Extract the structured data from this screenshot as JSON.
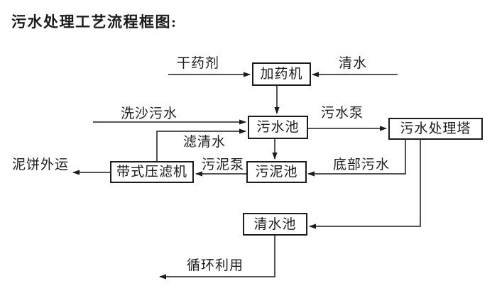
{
  "title": "污水处理工艺流程框图:",
  "colors": {
    "line": "#1c1c1c",
    "text": "#1c1c1c",
    "background": "#ffffff"
  },
  "diagram": {
    "type": "flowchart",
    "nodes": {
      "dosing_machine": "加药机",
      "sewage_pool": "污水池",
      "treatment_tower": "污水处理塔",
      "sludge_pool": "污泥池",
      "belt_filter_press": "带式压滤机",
      "clean_water_pool": "清水池"
    },
    "edges": [
      {
        "id": "dry-chemical-in",
        "label": "干药剂",
        "from": "external",
        "to": "dosing_machine"
      },
      {
        "id": "clean-water-in",
        "label": "清水",
        "from": "external",
        "to": "dosing_machine"
      },
      {
        "id": "dosing-to-sewage-pool",
        "label": "",
        "from": "dosing_machine",
        "to": "sewage_pool"
      },
      {
        "id": "sand-washing-sewage-in",
        "label": "洗沙污水",
        "from": "external",
        "to": "sewage_pool"
      },
      {
        "id": "filtered-water-return",
        "label": "滤清水",
        "from": "belt_filter_press",
        "to": "sewage_pool"
      },
      {
        "id": "sewage-pump",
        "label": "污水泵",
        "from": "sewage_pool",
        "to": "treatment_tower"
      },
      {
        "id": "sewage-to-sludge-pool",
        "label": "",
        "from": "sewage_pool",
        "to": "sludge_pool"
      },
      {
        "id": "bottom-sewage-return",
        "label": "底部污水",
        "from": "treatment_tower",
        "to": "sludge_pool"
      },
      {
        "id": "sludge-pump",
        "label": "污泥泵",
        "from": "sludge_pool",
        "to": "belt_filter_press"
      },
      {
        "id": "mud-cake-out",
        "label": "泥饼外运",
        "from": "belt_filter_press",
        "to": "external"
      },
      {
        "id": "tower-to-clean-pool",
        "label": "",
        "from": "treatment_tower",
        "to": "clean_water_pool"
      },
      {
        "id": "recycle-use-out",
        "label": "循环利用",
        "from": "clean_water_pool",
        "to": "external"
      }
    ]
  }
}
